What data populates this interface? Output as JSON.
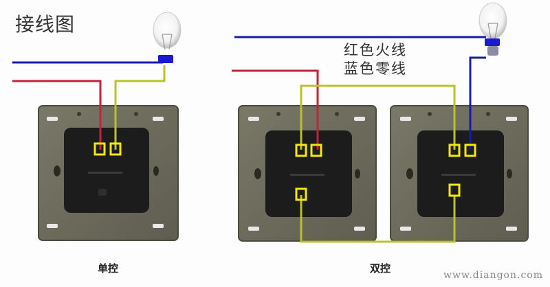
{
  "title": "接线图",
  "legend": {
    "red_line": "红色火线",
    "blue_line": "蓝色零线"
  },
  "captions": {
    "single": "单控",
    "double": "双控"
  },
  "watermark": "www.diangon.com",
  "colors": {
    "live_wire": "#c0243a",
    "neutral_wire": "#1a1aa8",
    "switch_wire": "#b8c22a",
    "terminal_box": "#f2ea00",
    "switch_plate": "#6b6a5c",
    "switch_rocker": "#1c1c1c"
  },
  "diagrams": [
    {
      "name": "single-control",
      "switches": 1,
      "terminals": 2
    },
    {
      "name": "double-control",
      "switches": 2,
      "terminals_per_switch": 3
    }
  ]
}
